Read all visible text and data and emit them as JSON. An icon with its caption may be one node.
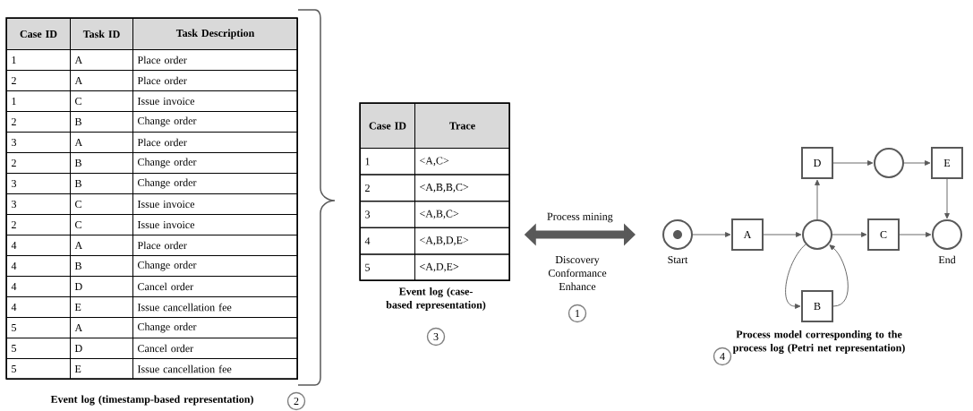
{
  "diagram": {
    "nodes": [
      {
        "text": [],
        "shape": "box",
        "beside": [
          "Event log (timestamp-based representation)"
        ]
      },
      {
        "text": [
          "2"
        ]
      },
      {
        "text": [],
        "shape": "box",
        "beside": [
          "Event log (case-based representation)"
        ]
      },
      {
        "text": [
          "3"
        ]
      },
      {
        "text": [
          "1"
        ]
      },
      {
        "text": [],
        "shape": "circle",
        "beside": [
          "Start"
        ]
      },
      {
        "text": [
          "A"
        ]
      },
      {
        "text": [],
        "shape": "circle"
      },
      {
        "text": [
          "D"
        ]
      },
      {
        "text": [],
        "shape": "circle"
      },
      {
        "text": [
          "E"
        ]
      },
      {
        "text": [
          "C"
        ]
      },
      {
        "text": [],
        "shape": "circle",
        "beside": [
          "End"
        ]
      },
      {
        "text": [
          "B"
        ]
      },
      {
        "text": [
          "4"
        ]
      }
    ],
    "edges": [
      {
        "from": 2,
        "to": 5,
        "arrow": "both",
        "style": "thick",
        "label": "Process mining"
      },
      {
        "from": 5,
        "to": 6,
        "arrow": "to"
      },
      {
        "from": 6,
        "to": 7,
        "arrow": "to"
      },
      {
        "from": 7,
        "to": 8,
        "arrow": "to"
      },
      {
        "from": 8,
        "to": 9,
        "arrow": "to"
      },
      {
        "from": 9,
        "to": 10,
        "arrow": "to"
      },
      {
        "from": 10,
        "to": 12,
        "arrow": "to"
      },
      {
        "from": 7,
        "to": 11,
        "arrow": "to"
      },
      {
        "from": 11,
        "to": 12,
        "arrow": "to"
      },
      {
        "from": 7,
        "to": 13,
        "arrow": "to"
      },
      {
        "from": 13,
        "to": 7,
        "arrow": "to"
      }
    ],
    "labels": [
      "Case ID",
      "Task ID",
      "Task Description",
      "1",
      "A",
      "Place order",
      "2",
      "A",
      "Place order",
      "1",
      "C",
      "Issue invoice",
      "2",
      "B",
      "Change order",
      "3",
      "A",
      "Place order",
      "2",
      "B",
      "Change order",
      "3",
      "B",
      "Change order",
      "3",
      "C",
      "Issue invoice",
      "2",
      "C",
      "Issue invoice",
      "4",
      "A",
      "Place order",
      "4",
      "B",
      "Change order",
      "4",
      "D",
      "Cancel order",
      "4",
      "E",
      "Issue cancellation fee",
      "5",
      "A",
      "Change order",
      "5",
      "D",
      "Cancel order",
      "5",
      "E",
      "Issue cancellation fee",
      "Case ID",
      "Trace",
      "1",
      "<A,C>",
      "2",
      "<A,B,B,C>",
      "3",
      "<A,B,C>",
      "4",
      "<A,B,D,E>",
      "5",
      "<A,D,E>",
      "Discovery Conformance Enhance",
      "Process model corresponding to the process log (Petri net representation)"
    ]
  }
}
